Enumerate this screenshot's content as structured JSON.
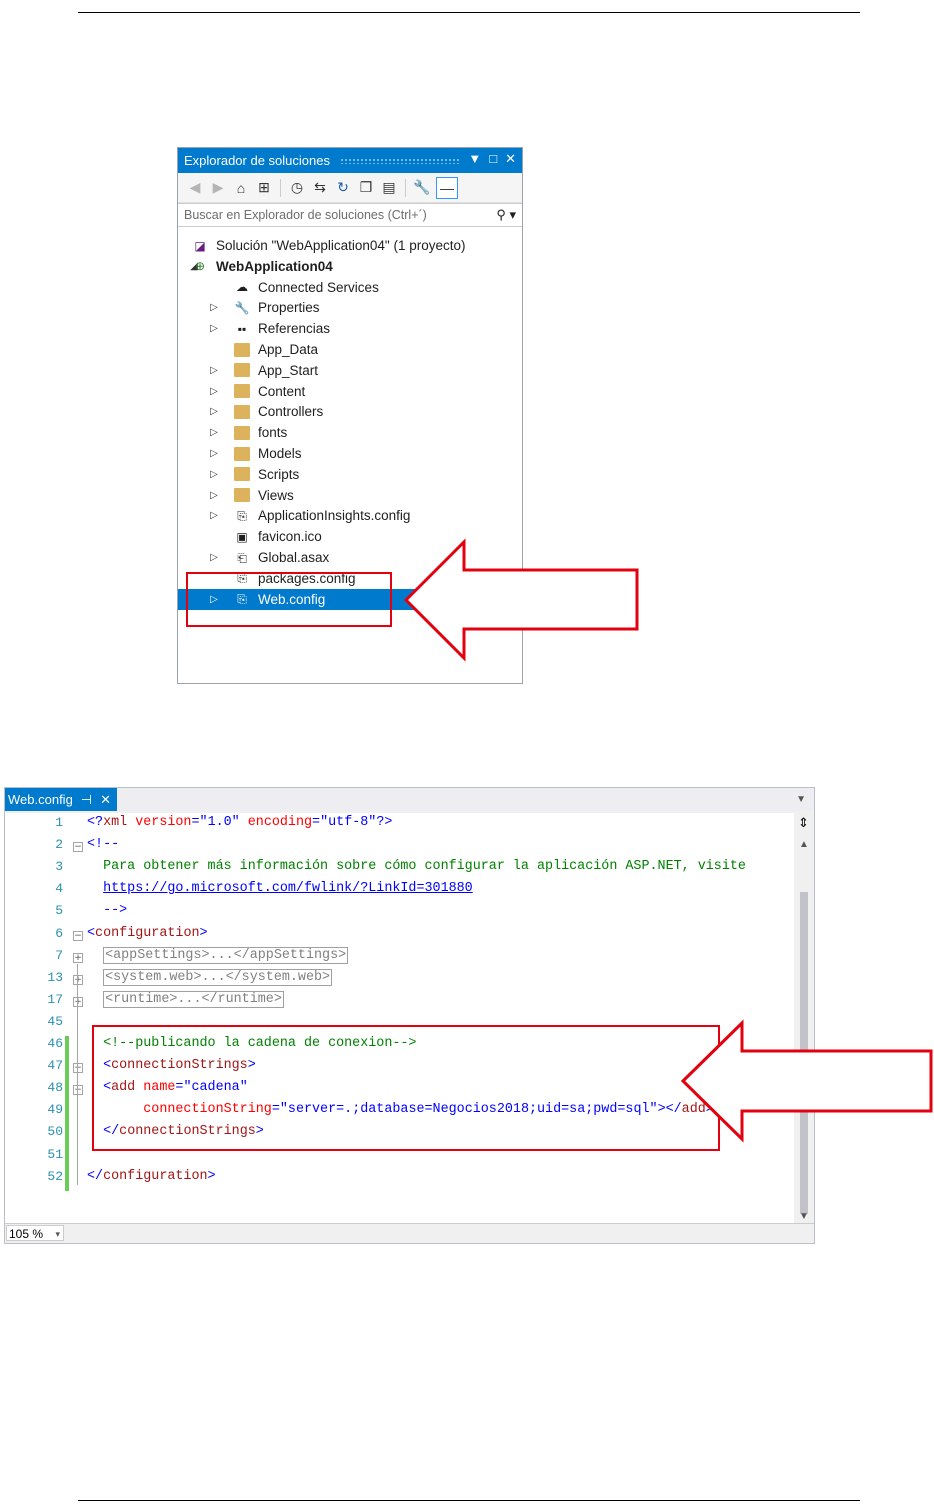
{
  "explorer": {
    "title": "Explorador de soluciones",
    "title_controls": [
      "▼",
      "□",
      "✕"
    ],
    "search_placeholder": "Buscar en Explorador de soluciones (Ctrl+´)",
    "tree": [
      {
        "label": "Solución \"WebApplication04\"  (1 proyecto)",
        "icon": "solution-icon",
        "depth": 0,
        "expander": ""
      },
      {
        "label": "WebApplication04",
        "icon": "web-project-icon",
        "depth": 0,
        "expander": "expanded",
        "bold": true
      },
      {
        "label": "Connected Services",
        "icon": "connected-services-icon",
        "depth": 1,
        "expander": ""
      },
      {
        "label": "Properties",
        "icon": "wrench-icon",
        "depth": 1,
        "expander": "collapsed"
      },
      {
        "label": "Referencias",
        "icon": "references-icon",
        "depth": 1,
        "expander": "collapsed"
      },
      {
        "label": "App_Data",
        "icon": "folder-icon",
        "depth": 1,
        "expander": ""
      },
      {
        "label": "App_Start",
        "icon": "folder-icon",
        "depth": 1,
        "expander": "collapsed"
      },
      {
        "label": "Content",
        "icon": "folder-icon",
        "depth": 1,
        "expander": "collapsed"
      },
      {
        "label": "Controllers",
        "icon": "folder-icon",
        "depth": 1,
        "expander": "collapsed"
      },
      {
        "label": "fonts",
        "icon": "folder-icon",
        "depth": 1,
        "expander": "collapsed"
      },
      {
        "label": "Models",
        "icon": "folder-icon",
        "depth": 1,
        "expander": "collapsed"
      },
      {
        "label": "Scripts",
        "icon": "folder-icon",
        "depth": 1,
        "expander": "collapsed"
      },
      {
        "label": "Views",
        "icon": "folder-icon",
        "depth": 1,
        "expander": "collapsed"
      },
      {
        "label": "ApplicationInsights.config",
        "icon": "config-file-icon",
        "depth": 1,
        "expander": "collapsed"
      },
      {
        "label": "favicon.ico",
        "icon": "image-file-icon",
        "depth": 1,
        "expander": ""
      },
      {
        "label": "Global.asax",
        "icon": "asax-file-icon",
        "depth": 1,
        "expander": "collapsed"
      },
      {
        "label": "packages.config",
        "icon": "config-file-icon",
        "depth": 1,
        "expander": ""
      },
      {
        "label": "Web.config",
        "icon": "config-file-icon",
        "depth": 1,
        "expander": "collapsed",
        "selected": true
      }
    ]
  },
  "editor": {
    "tab_label": "Web.config",
    "tab_pin": "⊣",
    "tab_close": "✕",
    "zoom": "105 %",
    "lines": [
      {
        "n": "1",
        "parts": [
          [
            "c-blue",
            "<?"
          ],
          [
            "c-maroon",
            "xml"
          ],
          [
            "c-red",
            " version"
          ],
          [
            "c-blue",
            "="
          ],
          [
            "c-blue",
            "\"1.0\""
          ],
          [
            "c-red",
            " encoding"
          ],
          [
            "c-blue",
            "="
          ],
          [
            "c-blue",
            "\"utf-8\""
          ],
          [
            "c-blue",
            "?>"
          ]
        ]
      },
      {
        "n": "2",
        "parts": [
          [
            "c-blue",
            "<!--"
          ]
        ]
      },
      {
        "n": "3",
        "parts": [
          [
            "c-green",
            "  Para obtener más información sobre cómo configurar la aplicación ASP.NET, visite"
          ]
        ]
      },
      {
        "n": "4",
        "parts": [
          [
            "c-green",
            "  "
          ],
          [
            "c-link",
            "https://go.microsoft.com/fwlink/?LinkId=301880"
          ]
        ]
      },
      {
        "n": "5",
        "parts": [
          [
            "c-blue",
            "  -->"
          ]
        ]
      },
      {
        "n": "6",
        "parts": [
          [
            "c-blue",
            "<"
          ],
          [
            "c-maroon",
            "configuration"
          ],
          [
            "c-blue",
            ">"
          ]
        ]
      },
      {
        "n": "7",
        "parts": [
          [
            "c-green",
            "  "
          ],
          [
            "collapsed",
            "<appSettings>...</appSettings>"
          ]
        ]
      },
      {
        "n": "13",
        "parts": [
          [
            "c-green",
            "  "
          ],
          [
            "collapsed",
            "<system.web>...</system.web>"
          ]
        ]
      },
      {
        "n": "17",
        "parts": [
          [
            "c-green",
            "  "
          ],
          [
            "collapsed",
            "<runtime>...</runtime>"
          ]
        ]
      },
      {
        "n": "45",
        "parts": []
      },
      {
        "n": "46",
        "parts": [
          [
            "c-green",
            "  <!--publicando la cadena de conexion-->"
          ]
        ]
      },
      {
        "n": "47",
        "parts": [
          [
            "c-blue",
            "  <"
          ],
          [
            "c-maroon",
            "connectionStrings"
          ],
          [
            "c-blue",
            ">"
          ]
        ]
      },
      {
        "n": "48",
        "parts": [
          [
            "c-blue",
            "  <"
          ],
          [
            "c-maroon",
            "add"
          ],
          [
            "c-red",
            " name"
          ],
          [
            "c-blue",
            "="
          ],
          [
            "c-blue",
            "\"cadena\""
          ]
        ]
      },
      {
        "n": "49",
        "parts": [
          [
            "c-red",
            "       connectionString"
          ],
          [
            "c-blue",
            "="
          ],
          [
            "c-blue",
            "\"server=.;database=Negocios2018;uid=sa;pwd=sql\""
          ],
          [
            "c-blue",
            "></"
          ],
          [
            "c-maroon",
            "add"
          ],
          [
            "c-blue",
            ">"
          ]
        ]
      },
      {
        "n": "50",
        "parts": [
          [
            "c-blue",
            "  </"
          ],
          [
            "c-maroon",
            "connectionStrings"
          ],
          [
            "c-blue",
            ">"
          ]
        ]
      },
      {
        "n": "51",
        "parts": []
      },
      {
        "n": "52",
        "parts": [
          [
            "c-blue",
            "</"
          ],
          [
            "c-maroon",
            "configuration"
          ],
          [
            "c-blue",
            ">"
          ]
        ]
      }
    ]
  }
}
